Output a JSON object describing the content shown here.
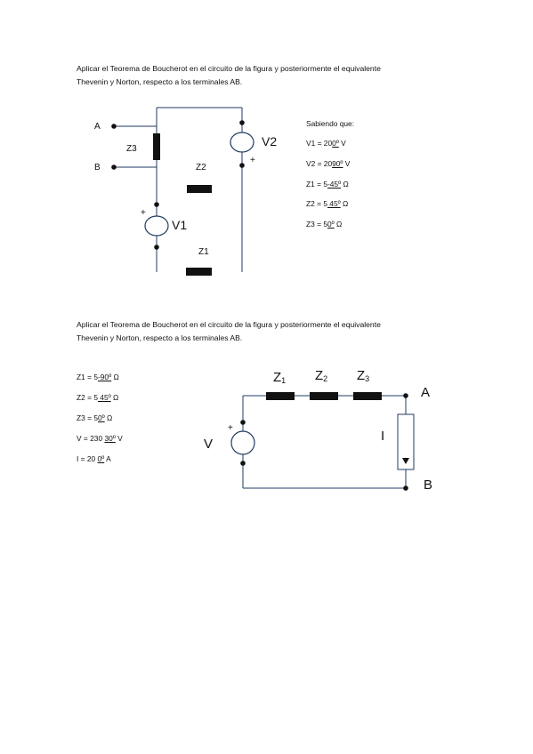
{
  "problem1": {
    "statement_line1": "Aplicar el Teorema de Boucherot en el circuito de la figura y posteriormente el equivalente",
    "statement_line2": "Thevenin y Norton, respecto a los terminales AB.",
    "knowns_title": "Sabiendo que:",
    "knowns": [
      {
        "name": "V1 = 20",
        "value": "0º",
        "unit": " V"
      },
      {
        "name": "V2 = 20",
        "value": "90º",
        "unit": " V"
      },
      {
        "name": "Z1 = 5",
        "value": "-45º",
        "unit": " Ω"
      },
      {
        "name": "Z2 = 5",
        "value": " 45º",
        "unit": " Ω"
      },
      {
        "name": "Z3 = 5",
        "value": "0º",
        "unit": " Ω"
      }
    ],
    "circuit": {
      "terminal_a": "A",
      "terminal_b": "B",
      "z3": "Z3",
      "z2": "Z2",
      "z1": "Z1",
      "v1": "V1",
      "v2": "V2",
      "plus": "+"
    }
  },
  "problem2": {
    "statement_line1": "Aplicar el Teorema de Boucherot en el circuito de la figura y posteriormente el equivalente",
    "statement_line2": "Thevenin y Norton, respecto a los terminales AB.",
    "knowns": [
      {
        "name": "Z1 = 5",
        "value": "-90º",
        "unit": " Ω"
      },
      {
        "name": "Z2 = 5",
        "value": " 45º",
        "unit": " Ω"
      },
      {
        "name": "Z3 = 5",
        "value": "0º",
        "unit": " Ω"
      },
      {
        "name": "V = 230 ",
        "value": "30º",
        "unit": " V"
      },
      {
        "name": "I = 20 ",
        "value": "0º",
        "unit": " A"
      }
    ],
    "circuit": {
      "z1": "Z",
      "z1_sub": "1",
      "z2": "Z",
      "z2_sub": "2",
      "z3": "Z",
      "z3_sub": "3",
      "terminal_a": "A",
      "terminal_b": "B",
      "v": "V",
      "i": "I",
      "plus": "+"
    }
  }
}
